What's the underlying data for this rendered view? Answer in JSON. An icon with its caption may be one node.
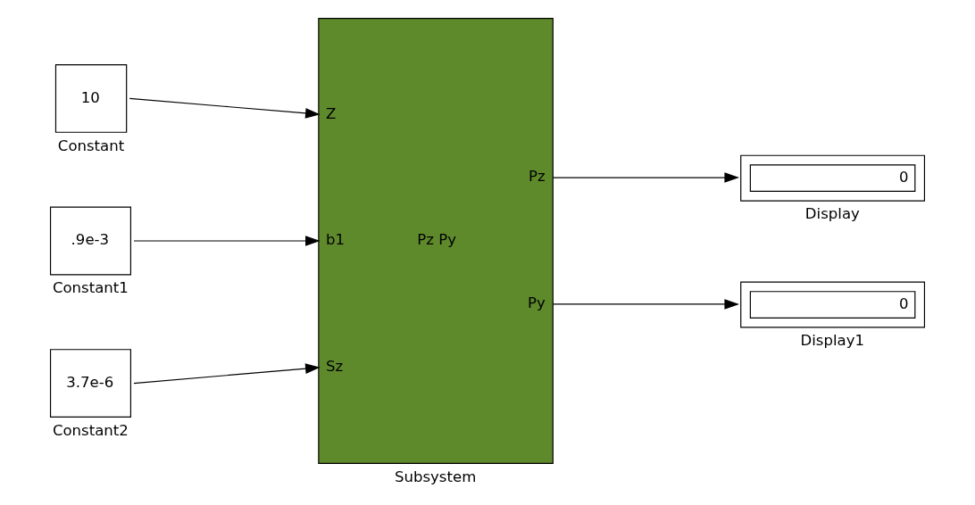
{
  "diagram": {
    "nodes": [
      {
        "text": [
          "10"
        ],
        "beside": [
          "Constant"
        ]
      },
      {
        "text": [
          ".9e-3"
        ],
        "beside": [
          "Constant1"
        ]
      },
      {
        "text": [
          "3.7e-6"
        ],
        "beside": [
          "Constant2"
        ]
      },
      {
        "text": [
          "Z",
          "b1",
          "Sz",
          "Pz Py",
          "Pz",
          "Py"
        ],
        "beside": [
          "Subsystem"
        ]
      },
      {
        "text": [
          "0"
        ],
        "beside": [
          "Display"
        ]
      },
      {
        "text": [
          "0"
        ],
        "beside": [
          "Display1"
        ]
      }
    ],
    "edges": [
      {
        "from": 0,
        "to": 3,
        "arrow": "to"
      },
      {
        "from": 1,
        "to": 3,
        "arrow": "to"
      },
      {
        "from": 2,
        "to": 3,
        "arrow": "to"
      },
      {
        "from": 3,
        "to": 4,
        "arrow": "to"
      },
      {
        "from": 3,
        "to": 5,
        "arrow": "to"
      }
    ]
  }
}
